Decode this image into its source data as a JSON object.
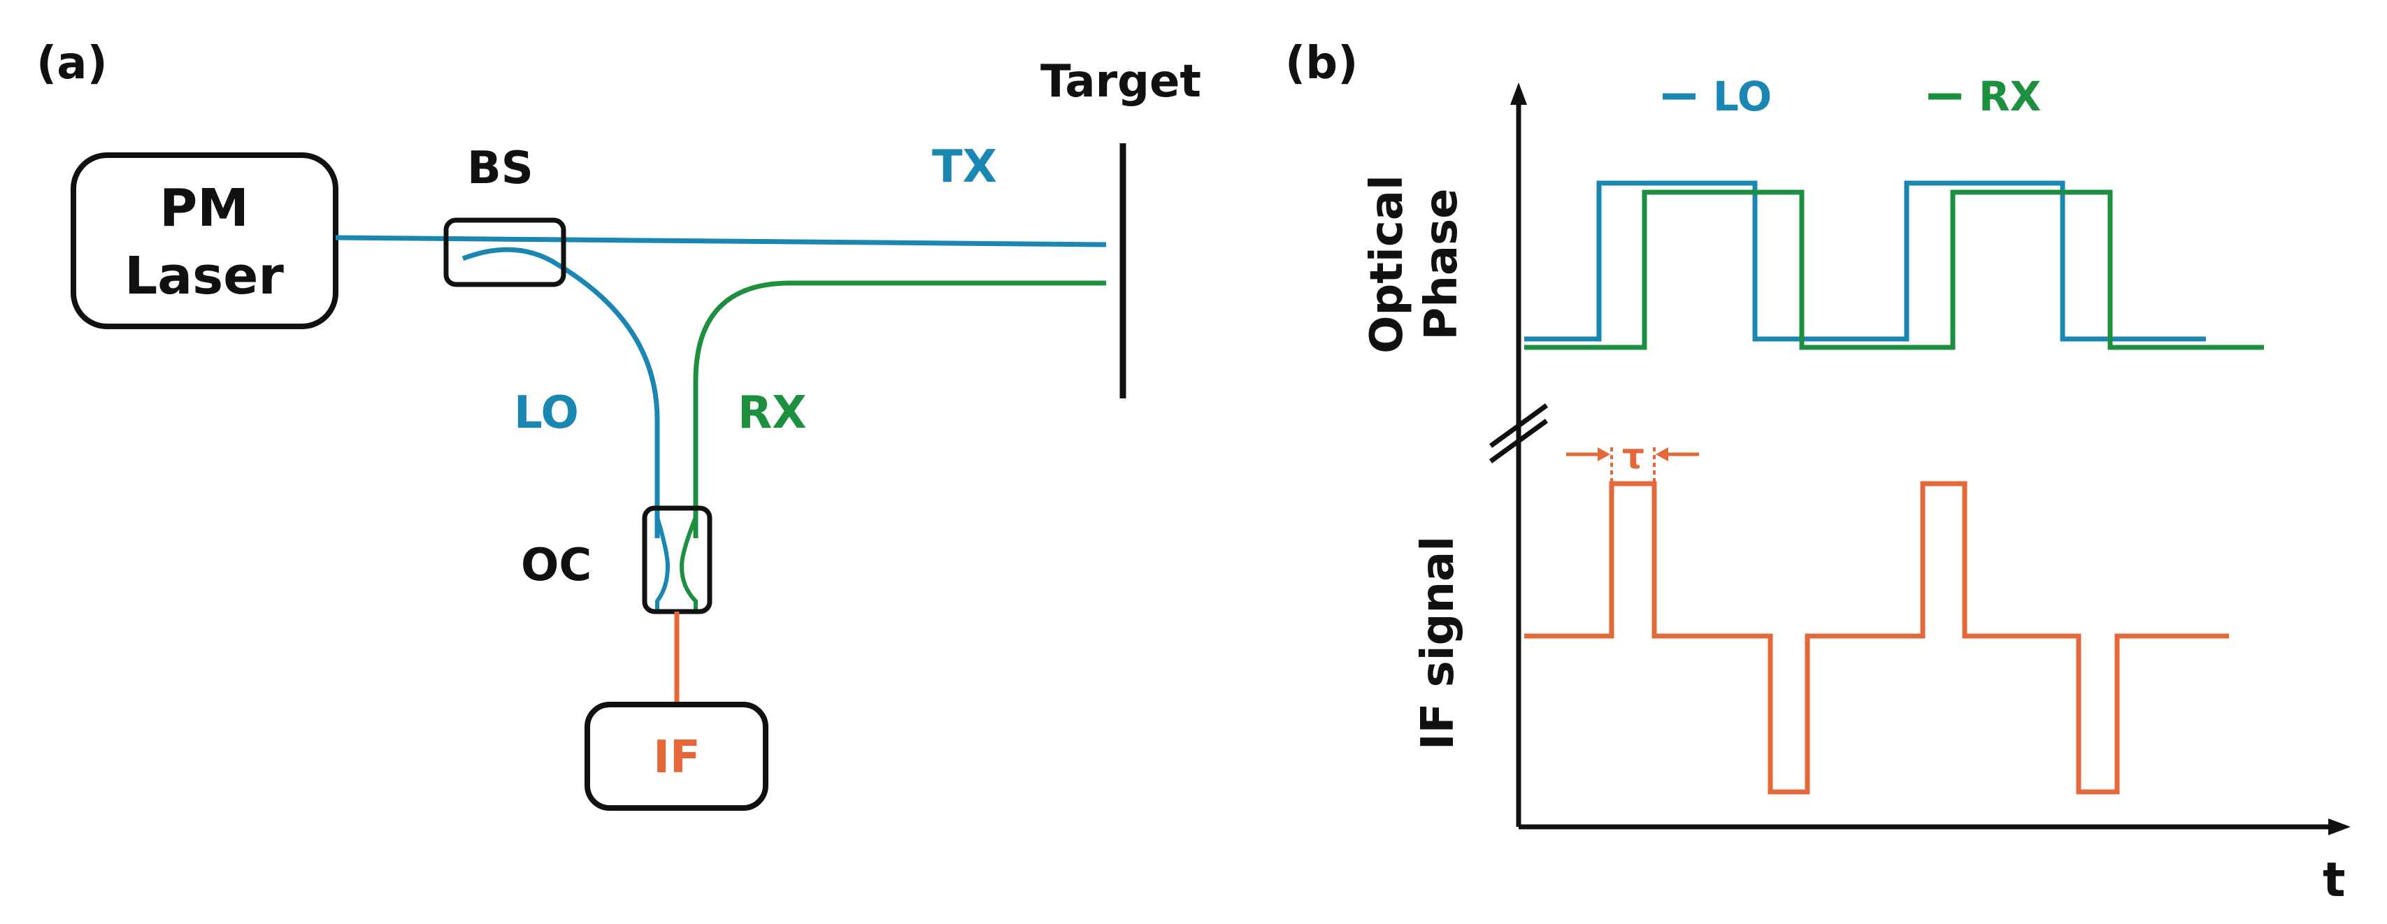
{
  "panel_a": {
    "label": "(a)",
    "pm_laser": {
      "line1": "PM",
      "line2": "Laser"
    },
    "bs_label": "BS",
    "tx_label": "TX",
    "target_label": "Target",
    "lo_label": "LO",
    "rx_label": "RX",
    "oc_label": "OC",
    "if_label": "IF"
  },
  "panel_b": {
    "label": "(b)",
    "legend": [
      {
        "name": "LO",
        "color": "#1a87b3"
      },
      {
        "name": "RX",
        "color": "#1d9040"
      }
    ],
    "ylabel_top_line1": "Optical",
    "ylabel_top_line2": "Phase",
    "ylabel_bottom": "IF signal",
    "xlabel": "t",
    "tau_label": "τ"
  },
  "colors": {
    "lo": "#1a87b3",
    "rx": "#1d9040",
    "if": "#e5683a",
    "outline": "#111111"
  }
}
